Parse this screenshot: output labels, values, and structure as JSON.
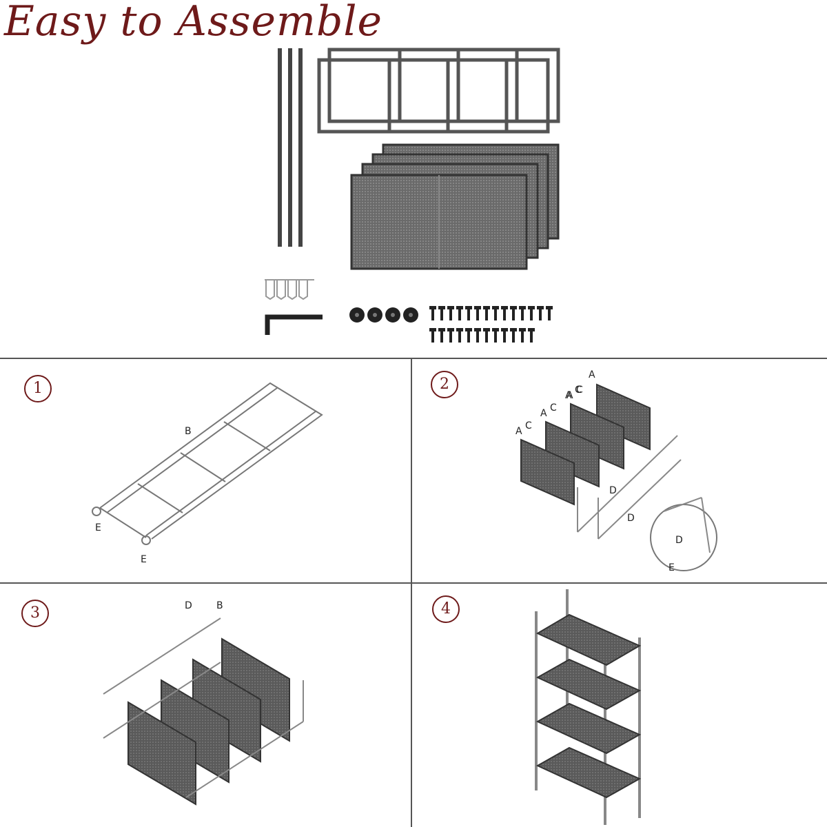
{
  "title": "Easy to Assemble",
  "colors": {
    "accent": "#6e1a1a",
    "line": "#555555",
    "mesh": "#5a5a5a"
  },
  "steps": [
    {
      "number": "1",
      "labels": [
        "B",
        "E",
        "E"
      ]
    },
    {
      "number": "2",
      "labels": [
        "A",
        "C",
        "A",
        "C",
        "A",
        "C",
        "A",
        "C",
        "A",
        "D",
        "D",
        "D",
        "E"
      ]
    },
    {
      "number": "3",
      "labels": [
        "D",
        "B"
      ]
    },
    {
      "number": "4",
      "labels": []
    }
  ]
}
